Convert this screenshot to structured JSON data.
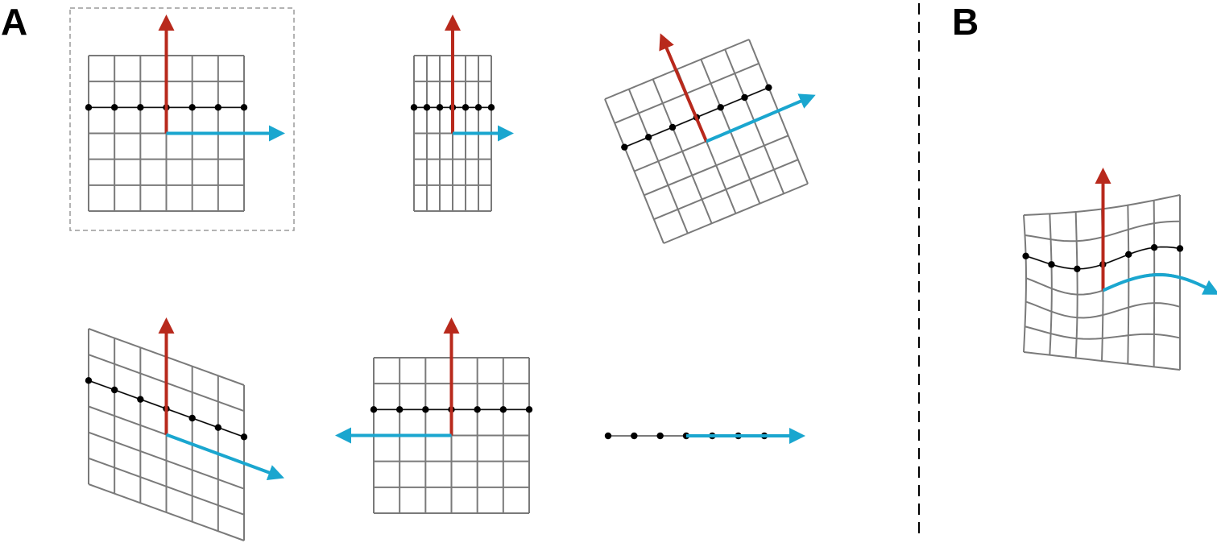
{
  "figure": {
    "panel_labels": {
      "a": "A",
      "b": "B"
    },
    "colors": {
      "vertical_vector": "#b8291c",
      "horizontal_vector": "#1aa6cf",
      "grid": "#7a7a7a",
      "sample_points": "#000000",
      "divider": "#000000",
      "crop_box": "#9a9a9a"
    },
    "panel_a_transforms": [
      "identity",
      "horizontal-squeeze",
      "rotation",
      "shear",
      "horizontal-flip",
      "vertical-collapse"
    ],
    "panel_b_transforms": [
      "non-linear-warp"
    ],
    "grid_columns": 6,
    "grid_rows": 6,
    "sample_points_per_row": 7
  }
}
